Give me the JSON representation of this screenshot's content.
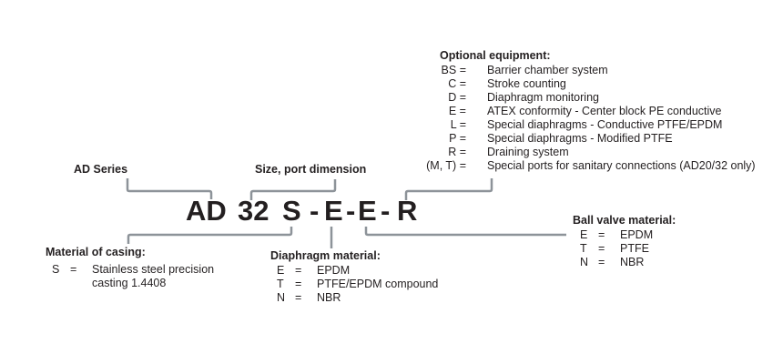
{
  "code": {
    "parts": [
      "AD",
      "32",
      "S",
      "-",
      "E",
      "-",
      "E",
      "-",
      "R"
    ]
  },
  "labels": {
    "series": "AD Series",
    "size": "Size, port dimension"
  },
  "optional": {
    "title": "Optional equipment:",
    "items": [
      {
        "key": "BS =",
        "value": "Barrier chamber system"
      },
      {
        "key": "C =",
        "value": "Stroke counting"
      },
      {
        "key": "D =",
        "value": "Diaphragm monitoring"
      },
      {
        "key": "E =",
        "value": "ATEX conformity - Center block PE conductive"
      },
      {
        "key": "L =",
        "value": "Special diaphragms - Conductive PTFE/EPDM"
      },
      {
        "key": "P =",
        "value": "Special diaphragms - Modified PTFE"
      },
      {
        "key": "R =",
        "value": "Draining system"
      },
      {
        "key": "(M, T) =",
        "value": "Special ports for sanitary connections (AD20/32 only)"
      }
    ]
  },
  "casing": {
    "title": "Material of casing:",
    "items": [
      {
        "key": "S",
        "eq": "=",
        "value": "Stainless steel precision",
        "value2": "casting 1.4408"
      }
    ]
  },
  "diaphragm": {
    "title": "Diaphragm material:",
    "items": [
      {
        "key": "E",
        "eq": "=",
        "value": "EPDM"
      },
      {
        "key": "T",
        "eq": "=",
        "value": "PTFE/EPDM compound"
      },
      {
        "key": "N",
        "eq": "=",
        "value": "NBR"
      }
    ]
  },
  "ballvalve": {
    "title": "Ball valve material:",
    "items": [
      {
        "key": "E",
        "eq": "=",
        "value": "EPDM"
      },
      {
        "key": "T",
        "eq": "=",
        "value": "PTFE"
      },
      {
        "key": "N",
        "eq": "=",
        "value": "NBR"
      }
    ]
  },
  "colors": {
    "line": "#8d9399",
    "text": "#231f20"
  }
}
